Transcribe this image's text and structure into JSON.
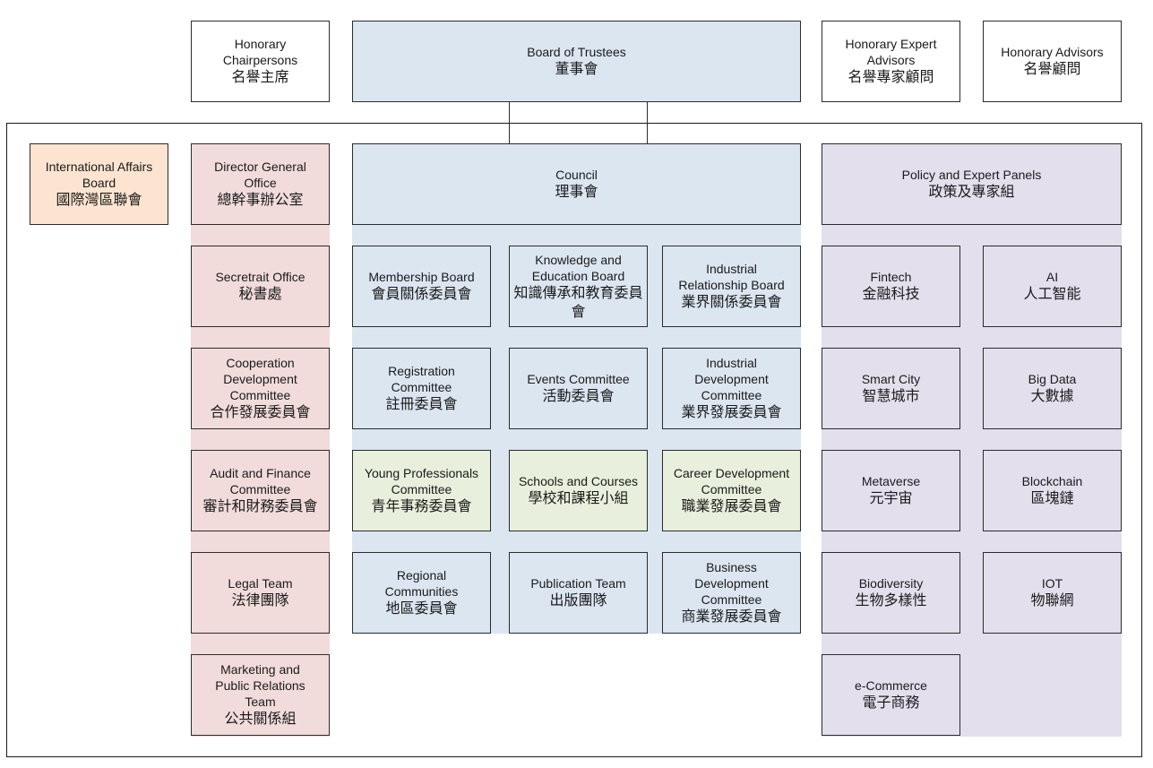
{
  "top": {
    "honorary_chairpersons": {
      "en": "Honorary\nChairpersons",
      "zh": "名譽主席"
    },
    "board_of_trustees": {
      "en": "Board of Trustees",
      "zh": "董事會"
    },
    "honorary_expert_advisors": {
      "en": "Honorary Expert\nAdvisors",
      "zh": "名譽專家顧問"
    },
    "honorary_advisors": {
      "en": "Honorary Advisors",
      "zh": "名譽顧問"
    }
  },
  "international_affairs_board": {
    "en": "International Affairs\nBoard",
    "zh": "國際灣區聯會"
  },
  "admin": [
    {
      "en": "Director General\nOffice",
      "zh": "總幹事辦公室"
    },
    {
      "en": "Secretrait Office",
      "zh": "秘書處"
    },
    {
      "en": "Cooperation\nDevelopment\nCommittee",
      "zh": "合作發展委員會"
    },
    {
      "en": "Audit and Finance\nCommittee",
      "zh": "審計和財務委員會"
    },
    {
      "en": "Legal Team",
      "zh": "法律團隊"
    },
    {
      "en": "Marketing and\nPublic Relations\nTeam",
      "zh": "公共關係組"
    }
  ],
  "council": {
    "en": "Council",
    "zh": "理事會"
  },
  "committees": [
    {
      "en": "Membership Board",
      "zh": "會員關係委員會"
    },
    {
      "en": "Knowledge and\nEducation Board",
      "zh": "知識傳承和教育委員會"
    },
    {
      "en": "Industrial\nRelationship Board",
      "zh": "業界關係委員會"
    },
    {
      "en": "Registration\nCommittee",
      "zh": "註冊委員會"
    },
    {
      "en": "Events Committee",
      "zh": "活動委員會"
    },
    {
      "en": "Industrial\nDevelopment\nCommittee",
      "zh": "業界發展委員會"
    },
    {
      "en": "Young Professionals\nCommittee",
      "zh": "青年事務委員會"
    },
    {
      "en": "Schools and Courses",
      "zh": "學校和課程小組"
    },
    {
      "en": "Career Development\nCommittee",
      "zh": "職業發展委員會"
    },
    {
      "en": "Regional\nCommunities",
      "zh": "地區委員會"
    },
    {
      "en": "Publication Team",
      "zh": "出版團隊"
    },
    {
      "en": "Business\nDevelopment\nCommittee",
      "zh": "商業發展委員會"
    }
  ],
  "policy": {
    "en": "Policy and Expert Panels",
    "zh": "政策及專家組"
  },
  "panels": [
    {
      "en": "Fintech",
      "zh": "金融科技"
    },
    {
      "en": "AI",
      "zh": "人工智能"
    },
    {
      "en": "Smart City",
      "zh": "智慧城市"
    },
    {
      "en": "Big Data",
      "zh": "大數據"
    },
    {
      "en": "Metaverse",
      "zh": "元宇宙"
    },
    {
      "en": "Blockchain",
      "zh": "區塊鏈"
    },
    {
      "en": "Biodiversity",
      "zh": "生物多樣性"
    },
    {
      "en": "IOT",
      "zh": "物聯網"
    },
    {
      "en": "e-Commerce",
      "zh": "電子商務"
    }
  ],
  "colors": {
    "blue": "#dce6f1",
    "green": "#e8efdc",
    "pink": "#f1dcdb",
    "purple": "#e4dfec",
    "orange": "#fce4d0"
  }
}
